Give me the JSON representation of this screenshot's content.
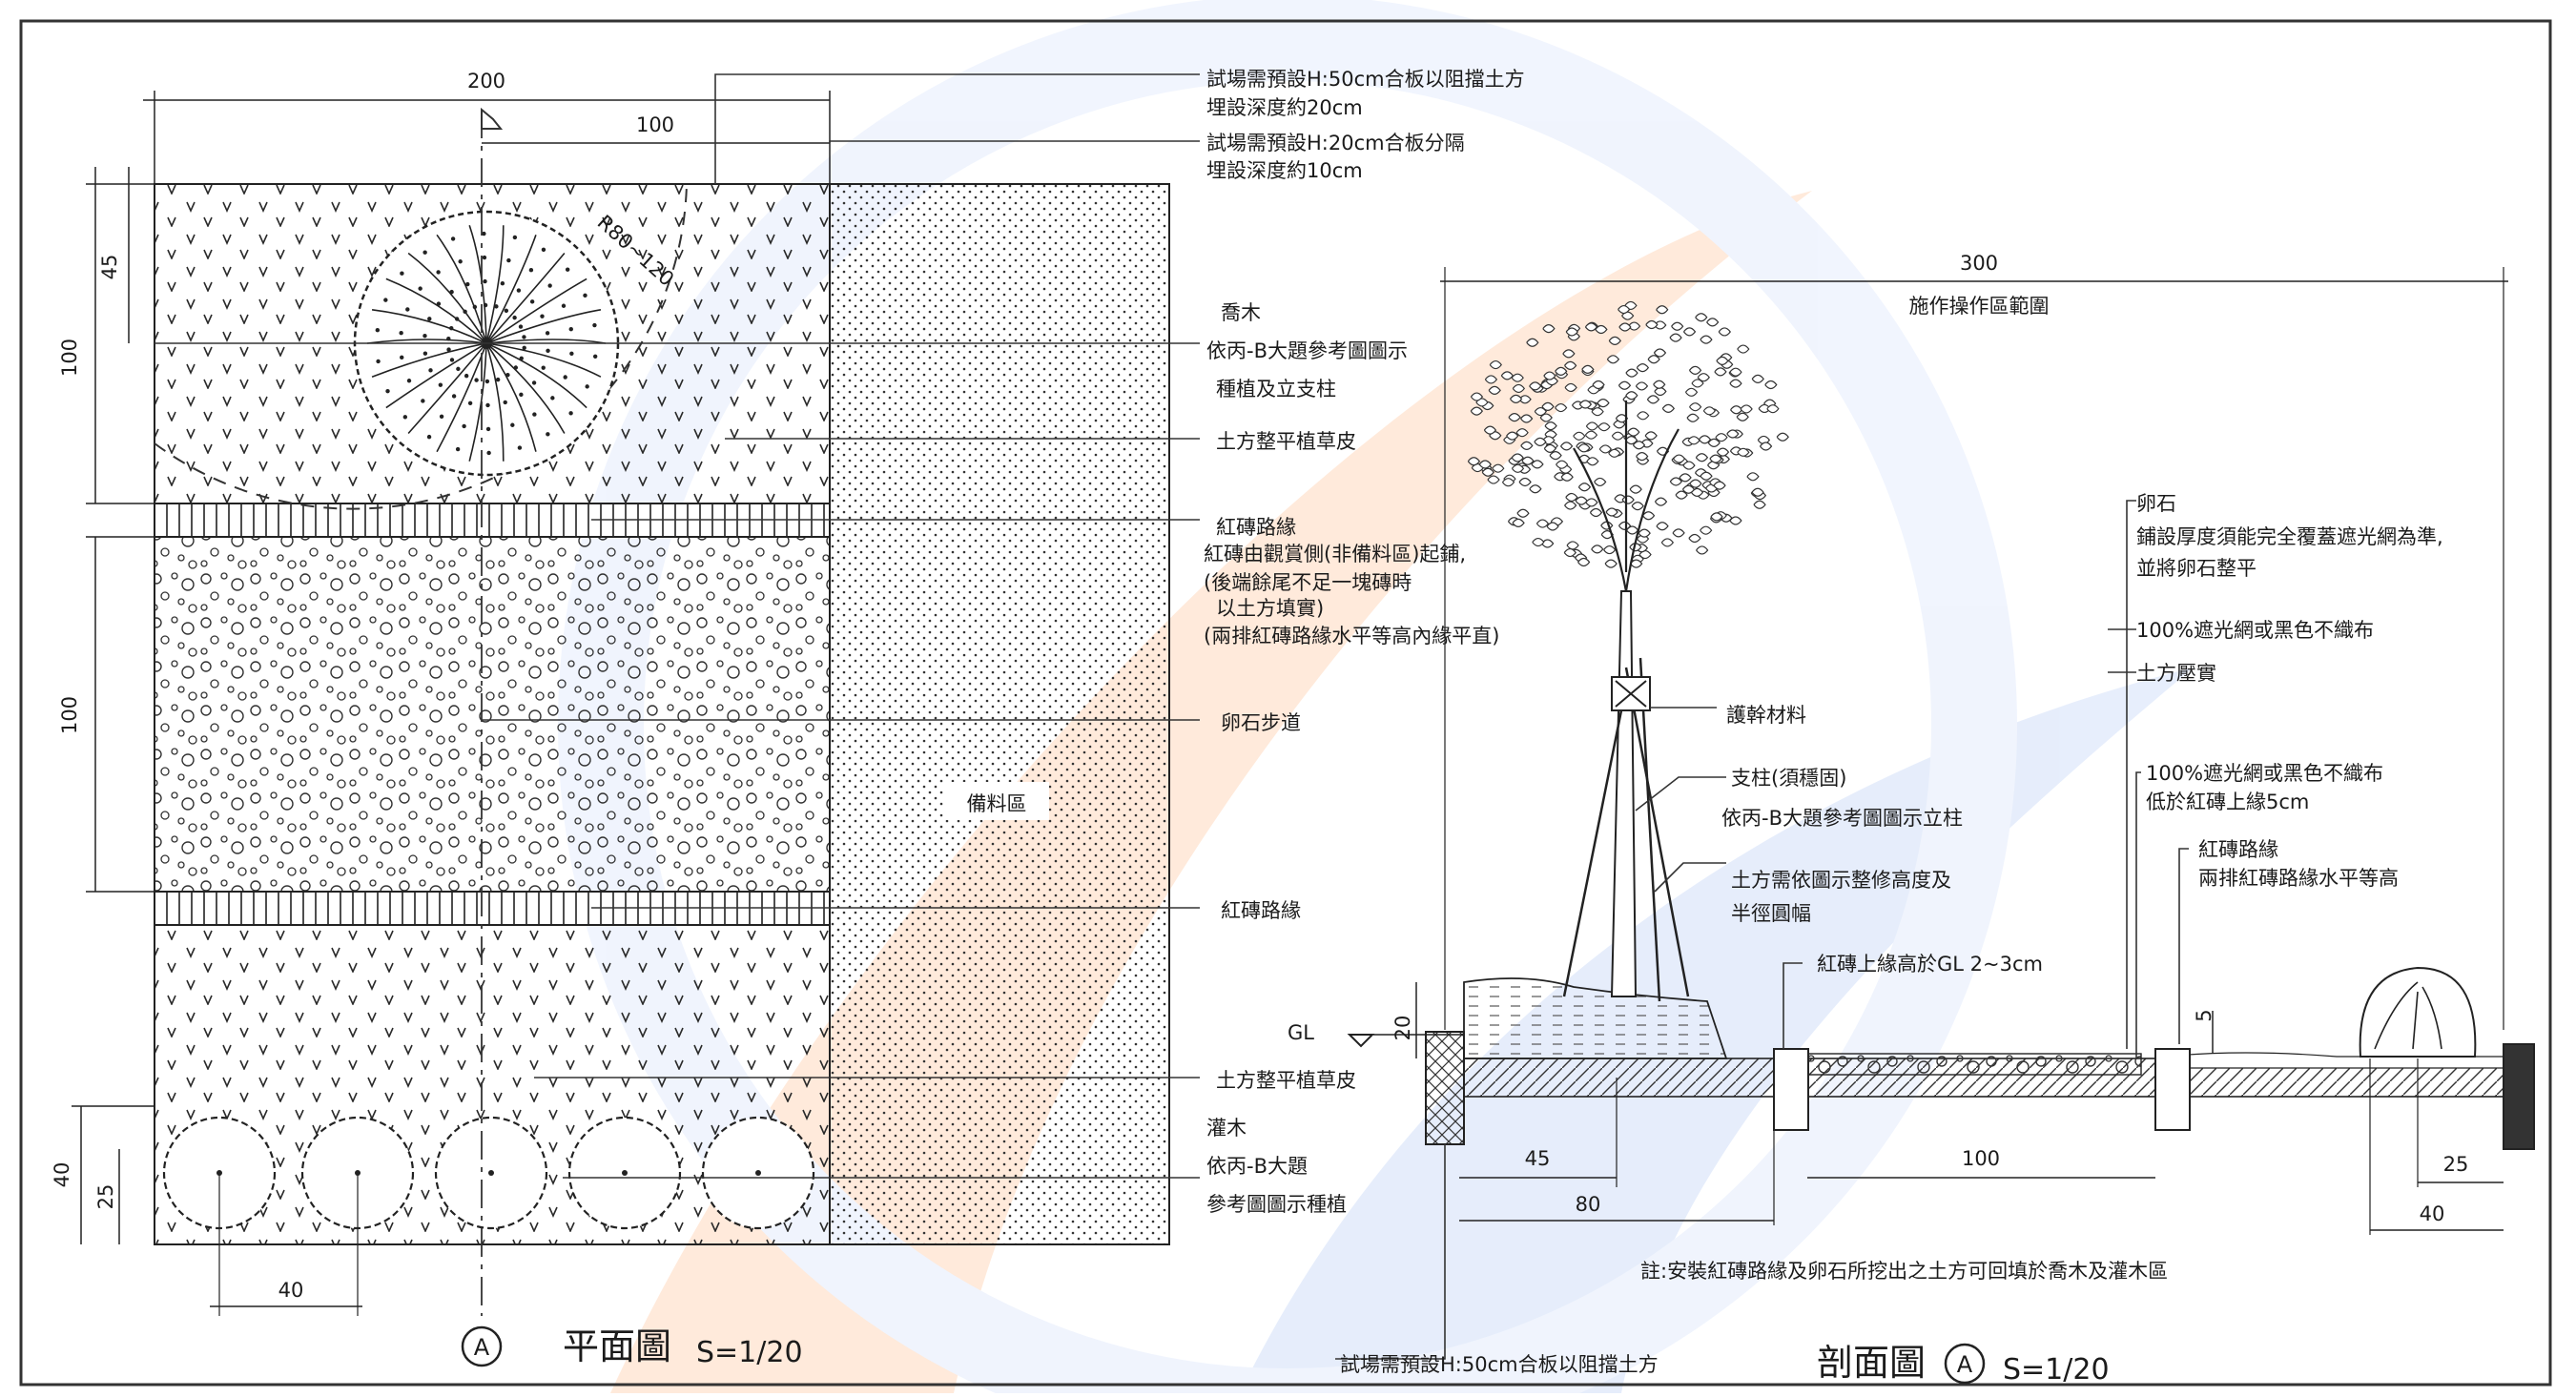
{
  "plan": {
    "dims": {
      "top_total": "200",
      "top_half": "100",
      "left_45": "45",
      "left_100a": "100",
      "left_100b": "100",
      "left_40": "40",
      "left_25": "25",
      "bottom_40": "40",
      "radius_label": "R80~120"
    },
    "area_label": "備料區",
    "notes": {
      "board_50": [
        "試場需預設H:50cm合板以阻擋土方",
        "埋設深度約20cm"
      ],
      "board_20": [
        "試場需預設H:20cm合板分隔",
        "埋設深度約10cm"
      ],
      "tree": [
        "喬木",
        "依丙-B大題參考圖圖示",
        "種植及立支柱"
      ],
      "turf_top": "土方整平植草皮",
      "brick_edge_1": [
        "紅磚路緣",
        "紅磚由觀賞側(非備料區)起鋪,",
        "(後端餘尾不足一塊磚時",
        "以土方填實)",
        "(兩排紅磚路緣水平等高內緣平直)"
      ],
      "pebble_path": "卵石步道",
      "brick_edge_2": "紅磚路緣",
      "turf_bottom": "土方整平植草皮",
      "shrub": [
        "灌木",
        "依丙-B大題",
        "參考圖圖示種植"
      ]
    },
    "title": "平面圖",
    "scale": "S=1/20",
    "section_marker": "A"
  },
  "section": {
    "dims": {
      "width": "300",
      "work_area": "施作操作區範圍",
      "gl": "GL",
      "h20": "20",
      "w45": "45",
      "w80": "80",
      "w100": "100",
      "h5": "5",
      "w25": "25",
      "w40": "40"
    },
    "notes": {
      "pebble": [
        "卵石",
        "鋪設厚度須能完全覆蓋遮光網為準,",
        "並將卵石整平"
      ],
      "shade_net_1": "100%遮光網或黑色不織布",
      "soil_compact": "土方壓實",
      "protect": "護幹材料",
      "support": [
        "支柱(須穩固)",
        "依丙-B大題參考圖圖示立柱"
      ],
      "soil_shape": [
        "土方需依圖示整修高度及",
        "半徑圓幅"
      ],
      "brick_height": "紅磚上緣高於GL 2~3cm",
      "shade_net_2": [
        "100%遮光網或黑色不織布",
        "低於紅磚上緣5cm"
      ],
      "brick_edge": [
        "紅磚路緣",
        "兩排紅磚路緣水平等高"
      ],
      "footnote": "註:安裝紅磚路緣及卵石所挖出之土方可回填於喬木及灌木區",
      "board_bottom": "試場需預設H:50cm合板以阻擋土方"
    },
    "title": "剖面圖",
    "scale": "S=1/20",
    "section_marker": "A"
  }
}
